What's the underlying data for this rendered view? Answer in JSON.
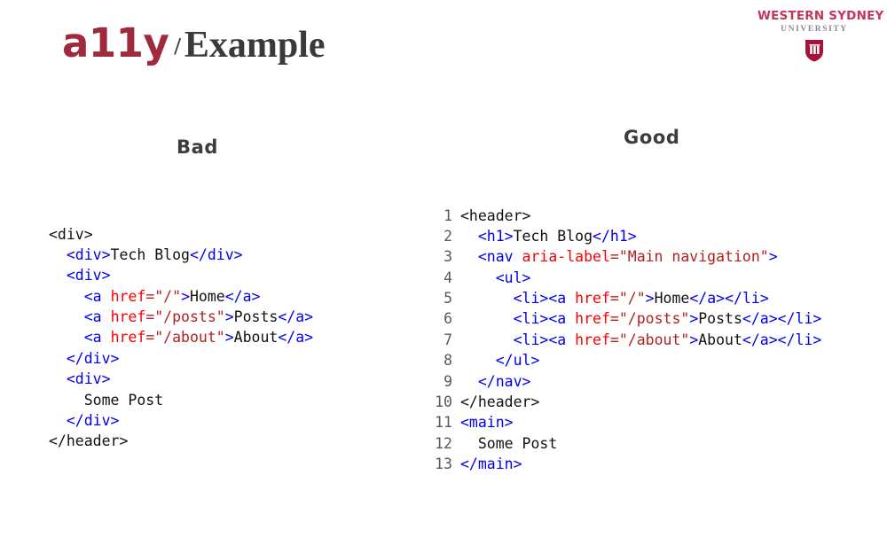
{
  "slide": {
    "title": {
      "primary": "a11y",
      "separator": "/",
      "secondary": "Example",
      "primary_color": "#9e2a3c",
      "secondary_color": "#3a3a3a"
    },
    "logo": {
      "line1": "WESTERN SYDNEY",
      "line2": "UNIVERSITY",
      "crest_label": "W",
      "brand_color": "#c3365a",
      "subtitle_color": "#8a8a8a"
    }
  },
  "columns": [
    {
      "key": "bad",
      "heading": "Bad"
    },
    {
      "key": "good",
      "heading": "Good"
    }
  ],
  "syntax_colors": {
    "plain": "#111111",
    "tag": "#0000ee",
    "attribute": "#fa0000",
    "value": "#b42020",
    "lineno": "#5a5a5a"
  },
  "code_bad": {
    "show_line_numbers": false,
    "lines": [
      {
        "n": 1,
        "indent": 0,
        "tokens": [
          {
            "t": "plain",
            "s": "<div>"
          }
        ]
      },
      {
        "n": 2,
        "indent": 1,
        "tokens": [
          {
            "t": "tag",
            "s": "<div>"
          },
          {
            "t": "plain",
            "s": "Tech Blog"
          },
          {
            "t": "tag",
            "s": "</div>"
          }
        ]
      },
      {
        "n": 3,
        "indent": 1,
        "tokens": [
          {
            "t": "tag",
            "s": "<div>"
          }
        ]
      },
      {
        "n": 4,
        "indent": 2,
        "tokens": [
          {
            "t": "tag",
            "s": "<a "
          },
          {
            "t": "attr",
            "s": "href"
          },
          {
            "t": "val",
            "s": "=\"/\""
          },
          {
            "t": "tag",
            "s": ">"
          },
          {
            "t": "plain",
            "s": "Home"
          },
          {
            "t": "tag",
            "s": "</a>"
          }
        ]
      },
      {
        "n": 5,
        "indent": 2,
        "tokens": [
          {
            "t": "tag",
            "s": "<a "
          },
          {
            "t": "attr",
            "s": "href"
          },
          {
            "t": "val",
            "s": "=\"/posts\""
          },
          {
            "t": "tag",
            "s": ">"
          },
          {
            "t": "plain",
            "s": "Posts"
          },
          {
            "t": "tag",
            "s": "</a>"
          }
        ]
      },
      {
        "n": 6,
        "indent": 2,
        "tokens": [
          {
            "t": "tag",
            "s": "<a "
          },
          {
            "t": "attr",
            "s": "href"
          },
          {
            "t": "val",
            "s": "=\"/about\""
          },
          {
            "t": "tag",
            "s": ">"
          },
          {
            "t": "plain",
            "s": "About"
          },
          {
            "t": "tag",
            "s": "</a>"
          }
        ]
      },
      {
        "n": 7,
        "indent": 1,
        "tokens": [
          {
            "t": "tag",
            "s": "</div>"
          }
        ]
      },
      {
        "n": 8,
        "indent": 1,
        "tokens": [
          {
            "t": "tag",
            "s": "<div>"
          }
        ]
      },
      {
        "n": 9,
        "indent": 2,
        "tokens": [
          {
            "t": "plain",
            "s": "Some Post"
          }
        ]
      },
      {
        "n": 10,
        "indent": 1,
        "tokens": [
          {
            "t": "tag",
            "s": "</div>"
          }
        ]
      },
      {
        "n": 11,
        "indent": 0,
        "tokens": [
          {
            "t": "plain",
            "s": "</header>"
          }
        ]
      }
    ]
  },
  "code_good": {
    "show_line_numbers": true,
    "lines": [
      {
        "n": 1,
        "indent": 0,
        "tokens": [
          {
            "t": "plain",
            "s": "<header>"
          }
        ]
      },
      {
        "n": 2,
        "indent": 1,
        "tokens": [
          {
            "t": "tag",
            "s": "<h1>"
          },
          {
            "t": "plain",
            "s": "Tech Blog"
          },
          {
            "t": "tag",
            "s": "</h1>"
          }
        ]
      },
      {
        "n": 3,
        "indent": 1,
        "tokens": [
          {
            "t": "tag",
            "s": "<nav "
          },
          {
            "t": "attr",
            "s": "aria-label"
          },
          {
            "t": "val",
            "s": "=\"Main navigation\""
          },
          {
            "t": "tag",
            "s": ">"
          }
        ]
      },
      {
        "n": 4,
        "indent": 2,
        "tokens": [
          {
            "t": "tag",
            "s": "<ul>"
          }
        ]
      },
      {
        "n": 5,
        "indent": 3,
        "tokens": [
          {
            "t": "tag",
            "s": "<li><a "
          },
          {
            "t": "attr",
            "s": "href"
          },
          {
            "t": "val",
            "s": "=\"/\""
          },
          {
            "t": "tag",
            "s": ">"
          },
          {
            "t": "plain",
            "s": "Home"
          },
          {
            "t": "tag",
            "s": "</a></li>"
          }
        ]
      },
      {
        "n": 6,
        "indent": 3,
        "tokens": [
          {
            "t": "tag",
            "s": "<li><a "
          },
          {
            "t": "attr",
            "s": "href"
          },
          {
            "t": "val",
            "s": "=\"/posts\""
          },
          {
            "t": "tag",
            "s": ">"
          },
          {
            "t": "plain",
            "s": "Posts"
          },
          {
            "t": "tag",
            "s": "</a></li>"
          }
        ]
      },
      {
        "n": 7,
        "indent": 3,
        "tokens": [
          {
            "t": "tag",
            "s": "<li><a "
          },
          {
            "t": "attr",
            "s": "href"
          },
          {
            "t": "val",
            "s": "=\"/about\""
          },
          {
            "t": "tag",
            "s": ">"
          },
          {
            "t": "plain",
            "s": "About"
          },
          {
            "t": "tag",
            "s": "</a></li>"
          }
        ]
      },
      {
        "n": 8,
        "indent": 2,
        "tokens": [
          {
            "t": "tag",
            "s": "</ul>"
          }
        ]
      },
      {
        "n": 9,
        "indent": 1,
        "tokens": [
          {
            "t": "tag",
            "s": "</nav>"
          }
        ]
      },
      {
        "n": 10,
        "indent": 0,
        "tokens": [
          {
            "t": "plain",
            "s": "</header>"
          }
        ]
      },
      {
        "n": 11,
        "indent": 0,
        "tokens": [
          {
            "t": "tag",
            "s": "<main>"
          }
        ]
      },
      {
        "n": 12,
        "indent": 1,
        "tokens": [
          {
            "t": "plain",
            "s": "Some Post"
          }
        ]
      },
      {
        "n": 13,
        "indent": 0,
        "tokens": [
          {
            "t": "tag",
            "s": "</main>"
          }
        ]
      }
    ]
  }
}
